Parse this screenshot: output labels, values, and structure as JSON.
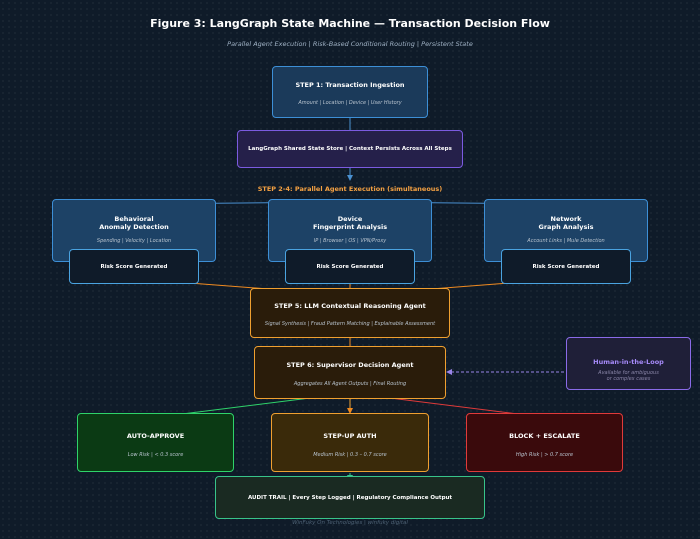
{
  "title": "Figure 3: LangGraph State Machine — Transaction Decision Flow",
  "subtitle": "Parallel Agent Execution | Risk-Based Conditional Routing | Persistent State",
  "step1": {
    "title": "STEP 1: Transaction Ingestion",
    "sub": "Amount | Location | Device | User History"
  },
  "state_store": {
    "title": "LangGraph Shared State Store  |  Context Persists Across All Steps"
  },
  "parallel_label": "STEP 2-4: Parallel Agent Execution  (simultaneous)",
  "agents": [
    {
      "title_line1": "Behavioral",
      "title_line2": "Anomaly Detection",
      "sub": "Spending | Velocity | Location",
      "risk": "Risk Score Generated"
    },
    {
      "title_line1": "Device",
      "title_line2": "Fingerprint Analysis",
      "sub": "IP | Browser | OS | VPN/Proxy",
      "risk": "Risk Score Generated"
    },
    {
      "title_line1": "Network",
      "title_line2": "Graph Analysis",
      "sub": "Account Links | Mule Detection",
      "risk": "Risk Score Generated"
    }
  ],
  "step5": {
    "title": "STEP 5: LLM Contextual Reasoning Agent",
    "sub": "Signal Synthesis | Fraud Pattern Matching | Explainable Assessment"
  },
  "step6": {
    "title": "STEP 6: Supervisor Decision Agent",
    "sub": "Aggregates All Agent Outputs | Final Routing"
  },
  "hitl": {
    "title": "Human-in-the-Loop",
    "sub_line1": "Available for ambiguous",
    "sub_line2": "or complex cases"
  },
  "outcomes": [
    {
      "title": "AUTO-APPROVE",
      "sub": "Low Risk  |  < 0.3 score"
    },
    {
      "title": "STEP-UP AUTH",
      "sub": "Medium Risk  |  0.3 – 0.7 score"
    },
    {
      "title": "BLOCK + ESCALATE",
      "sub": "High Risk  |  > 0.7 score"
    }
  ],
  "audit": {
    "title": "AUDIT TRAIL  |  Every Step Logged  |  Regulatory Compliance Output"
  },
  "footer": "WinFuky On Technologies  |  winfuky digital",
  "colors": {
    "background": "#0f1b29",
    "blue_border": "#3d8fd6",
    "purple_border": "#7b5be0",
    "orange_border": "#f0a030",
    "green_border": "#2fd36a",
    "red_border": "#e03a3a",
    "teal_border": "#38c48a"
  }
}
